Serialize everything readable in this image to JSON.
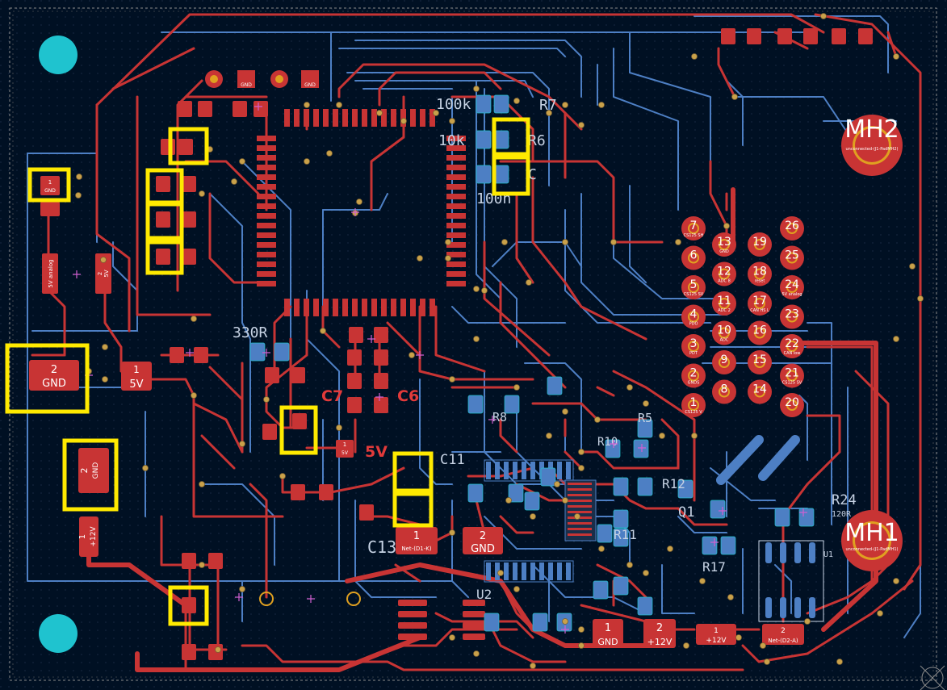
{
  "colors": {
    "background": "#001023",
    "front_copper": "#c83434",
    "back_copper": "#4d7fc4",
    "highlight": "#ffea00",
    "mounting_pad": "#1fc3cf",
    "silkscreen": "#c7d3e4"
  },
  "mounting_holes": {
    "mh2_label": "MH2",
    "mh1_label": "MH1",
    "mh2_sub": "unconnected-(J1-PadMH2)",
    "mh1_sub": "unconnected-(J1-PadMH1)"
  },
  "power_pads": {
    "gnd_left": {
      "num": "2",
      "net": "GND"
    },
    "v5": {
      "num": "1",
      "net": "5V"
    },
    "gnd_vertical": {
      "num": "2",
      "net": "GND"
    },
    "v12_left": {
      "num": "1",
      "net": "+12V"
    },
    "d1k": {
      "num": "1",
      "net": "Net-(D1-K)"
    },
    "gnd_mid": {
      "num": "2",
      "net": "GND"
    },
    "gnd_bottom": {
      "num": "1",
      "net": "GND"
    },
    "v12_b1": {
      "num": "2",
      "net": "+12V"
    },
    "v12_b2": {
      "num": "1",
      "net": "+12V"
    },
    "d2a": {
      "num": "2",
      "net": "Net-(D2-A)"
    },
    "v5_small": {
      "num": "1",
      "net": "5V"
    },
    "v5_analog": {
      "net": "5V analog"
    },
    "v5_vert": {
      "num": "2",
      "net": "5V"
    },
    "gnd_topleft": {
      "num": "1",
      "net": "GND"
    }
  },
  "header_pins": {
    "left": [
      "7",
      "6",
      "5",
      "4",
      "3",
      "2",
      "1"
    ],
    "left_nets": [
      "CS125 SH",
      "",
      "CS125 SV",
      "PDO",
      "PDT",
      "GNDS",
      "CS125 V"
    ],
    "mid": [
      "13",
      "12",
      "11",
      "10",
      "9",
      "8"
    ],
    "mid_nets": [
      "GND",
      "ADC 8",
      "ADC 2",
      "ADC",
      "",
      ""
    ],
    "right": [
      "19",
      "18",
      "17",
      "16",
      "15",
      "14"
    ],
    "right_nets": [
      "",
      "reset",
      "CAN HS L",
      "",
      "",
      ""
    ],
    "far": [
      "26",
      "25",
      "24",
      "23",
      "22",
      "21",
      "20"
    ],
    "far_nets": [
      "",
      "",
      "5V analog",
      "",
      "CAN low",
      "CS125 SV",
      ""
    ]
  },
  "silkscreen": {
    "r7": "R7",
    "r7_val": "100k",
    "r6": "R6",
    "r6_val": "10k",
    "c_label": "C",
    "c_val": "100n",
    "c7": "C7",
    "c6": "C6",
    "c11": "C11",
    "r8": "R8",
    "r5": "R5",
    "r10": "R10",
    "r11": "R11",
    "r12": "R12",
    "r17": "R17",
    "r24": "R24",
    "r24_val": "120R",
    "q1": "Q1",
    "u1": "U1",
    "v330r": "330R",
    "v5_label": "5V",
    "u2": "U2",
    "c13": "C13"
  },
  "small_pad_labels": {
    "gnd": "GND",
    "v5": "5V"
  }
}
